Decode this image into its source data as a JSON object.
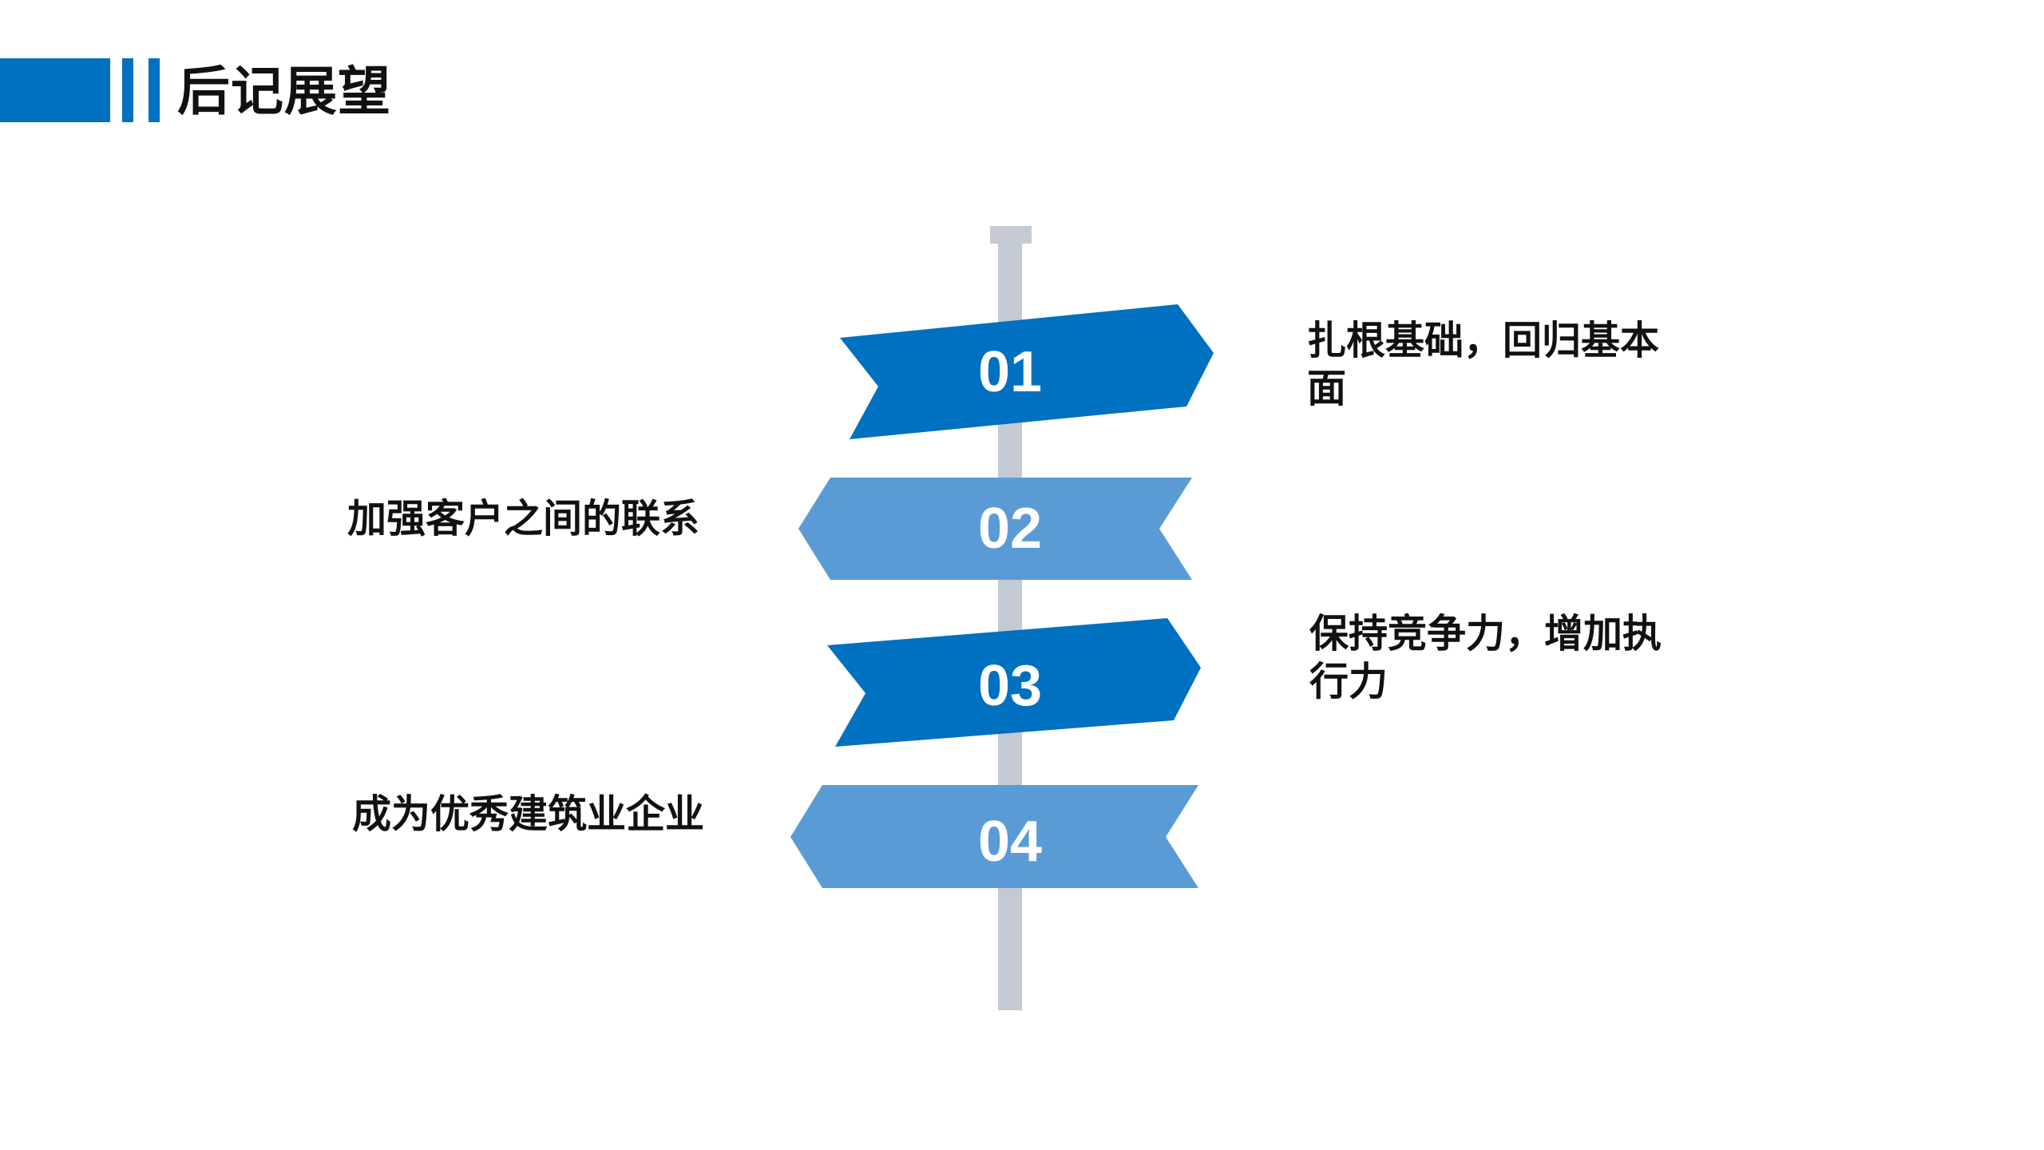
{
  "header": {
    "title": "后记展望"
  },
  "colors": {
    "accent": "#0070C0",
    "sign_dark": "#0070C0",
    "sign_light": "#5B9BD5",
    "pole": "#C4CAD3",
    "text": "#111111",
    "number": "#FFFFFF"
  },
  "signs": [
    {
      "number": "01",
      "text": "扎根基础，回归基本面",
      "style": "dark",
      "points": "right"
    },
    {
      "number": "02",
      "text": "加强客户之间的联系",
      "style": "light",
      "points": "left"
    },
    {
      "number": "03",
      "text": "保持竞争力，增加执行力",
      "style": "dark",
      "points": "right"
    },
    {
      "number": "04",
      "text": "成为优秀建筑业企业",
      "style": "light",
      "points": "left"
    }
  ]
}
